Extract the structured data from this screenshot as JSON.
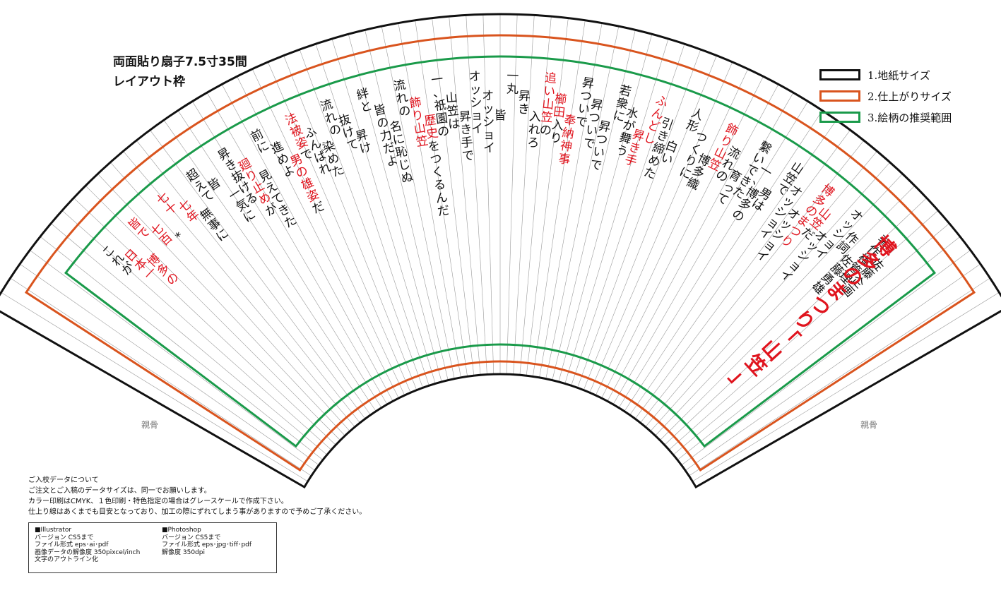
{
  "title": {
    "line1": "両面貼り扇子7.5寸35間",
    "line2": "レイアウト枠"
  },
  "legend": [
    {
      "label": "1.地紙サイズ",
      "color": "#111111"
    },
    {
      "label": "2.仕上がりサイズ",
      "color": "#d9541e"
    },
    {
      "label": "3.絵柄の推奨範囲",
      "color": "#1a9a4a"
    }
  ],
  "colors": {
    "red_text": "#e0141e",
    "black_text": "#111111",
    "orange": "#d9541e",
    "green": "#1a9a4a"
  },
  "rib_label": "親骨",
  "lyrics": [
    [
      {
        "t": "これが",
        "c": "k"
      }
    ],
    [
      {
        "t": "日本一",
        "c": "r"
      }
    ],
    [
      {
        "t": "博多の",
        "c": "r"
      }
    ],
    [
      {
        "t": "皆で",
        "c": "r"
      }
    ],
    [
      {
        "t": "七百",
        "c": "r"
      }
    ],
    [
      {
        "t": "*",
        "c": "k"
      }
    ],
    [
      {
        "t": "七十",
        "c": "r"
      }
    ],
    [
      {
        "t": "七年",
        "c": "r"
      }
    ],
    [
      {
        "t": "無事に",
        "c": "k"
      }
    ],
    [
      {
        "t": "超えて",
        "c": "k"
      }
    ],
    [
      {
        "t": "皆",
        "c": "k"
      }
    ],
    [
      {
        "t": "一気に",
        "c": "k"
      }
    ],
    [
      {
        "t": "昇き抜ける",
        "c": "k"
      }
    ],
    [
      {
        "t": "廻り止め",
        "c": "r"
      },
      {
        "t": "が",
        "c": "k"
      }
    ],
    [
      {
        "t": "見えてきた",
        "c": "k"
      }
    ],
    [
      {
        "t": "前に",
        "c": "k"
      }
    ],
    [
      {
        "t": "進めよ",
        "c": "k"
      }
    ],
    [
      {
        "t": "男の雄姿",
        "c": "r"
      },
      {
        "t": "だ",
        "c": "k"
      }
    ],
    [
      {
        "t": "法被姿",
        "c": "r"
      },
      {
        "t": "で",
        "c": "k"
      }
    ],
    [
      {
        "t": "ふんばれ",
        "c": "k"
      }
    ],
    [
      {
        "t": "染めた",
        "c": "k"
      }
    ],
    [
      {
        "t": "流れの",
        "c": "k"
      }
    ],
    [
      {
        "t": "抜けて",
        "c": "k"
      }
    ],
    [
      {
        "t": "昇け",
        "c": "k"
      }
    ],
    [
      {
        "t": "絆と",
        "c": "k"
      }
    ],
    [
      {
        "t": "皆の力だよ",
        "c": "k"
      }
    ],
    [
      {
        "t": "名に恥じぬ",
        "c": "k"
      }
    ],
    [
      {
        "t": "流れの",
        "c": "k"
      }
    ],
    [
      {
        "t": "飾り山笠",
        "c": "r"
      }
    ],
    [
      {
        "t": "歴史",
        "c": "r"
      },
      {
        "t": "をつくるんだ",
        "c": "k"
      }
    ],
    [
      {
        "t": "一、祇園の",
        "c": "k"
      }
    ],
    [
      {
        "t": "山笠は",
        "c": "k"
      }
    ],
    [
      {
        "t": "昇き手で",
        "c": "k"
      }
    ],
    [
      {
        "t": "オッショイ",
        "c": "k"
      }
    ],
    [
      {
        "t": "オッショイ",
        "c": "k"
      }
    ],
    [
      {
        "t": "皆",
        "c": "k"
      }
    ],
    [
      {
        "t": "一丸",
        "c": "k"
      }
    ],
    [
      {
        "t": "昇き",
        "c": "k"
      }
    ],
    [
      {
        "t": "入れろ",
        "c": "k"
      }
    ],
    [
      {
        "t": "追い山笠",
        "c": "r"
      },
      {
        "t": "の",
        "c": "k"
      }
    ],
    [
      {
        "t": "櫛田",
        "c": "r"
      },
      {
        "t": "入り",
        "c": "k"
      }
    ],
    [
      {
        "t": "奉納神事",
        "c": "r"
      }
    ],
    [
      {
        "t": "昇ついで",
        "c": "k"
      }
    ],
    [
      {
        "t": "昇ついで",
        "c": "k"
      }
    ],
    [
      {
        "t": "昇ついで",
        "c": "k"
      }
    ],
    [
      {
        "t": "若衆に",
        "c": "k"
      }
    ],
    [
      {
        "t": "水が舞う",
        "c": "k"
      }
    ],
    [
      {
        "t": "昇き手",
        "c": "r"
      }
    ],
    [
      {
        "t": "ふんどし",
        "c": "r"
      }
    ],
    [
      {
        "t": "引き締めた",
        "c": "k"
      }
    ],
    [
      {
        "t": "白い",
        "c": "k"
      }
    ],
    [
      {
        "t": "人形",
        "c": "k"
      }
    ],
    [
      {
        "t": "つくりに",
        "c": "k"
      }
    ],
    [
      {
        "t": "博多織",
        "c": "k"
      }
    ],
    [
      {
        "t": "飾り山笠",
        "c": "r"
      }
    ],
    [
      {
        "t": "流れの",
        "c": "k"
      }
    ],
    [
      {
        "t": "育って",
        "c": "k"
      }
    ],
    [
      {
        "t": "繋いできた",
        "c": "k"
      }
    ],
    [
      {
        "t": "一、博多の",
        "c": "k"
      }
    ],
    [
      {
        "t": "男は",
        "c": "k"
      }
    ],
    [
      {
        "t": "山笠で",
        "c": "k"
      }
    ],
    [
      {
        "t": "オッショイ",
        "c": "k"
      }
    ],
    [
      {
        "t": "オッショイ",
        "c": "k"
      }
    ],
    [
      {
        "t": "博多のまつり",
        "c": "r"
      }
    ],
    [
      {
        "t": "山笠",
        "c": "r"
      },
      {
        "t": "だ",
        "c": "k"
      }
    ],
    [
      {
        "t": "オッショイ",
        "c": "k"
      }
    ],
    [
      {
        "t": "オッショイ",
        "c": "k"
      }
    ],
    [
      {
        "t": "作詞",
        "c": "k"
      }
    ],
    [
      {
        "t": "佐藤勇雄",
        "c": "k"
      }
    ],
    [
      {
        "t": "著作権管理",
        "c": "k"
      }
    ],
    [
      {
        "t": "佐藤企画",
        "c": "k"
      }
    ]
  ],
  "big_title": "博多のまつり「山笠」",
  "notes": [
    "ご入校データについて",
    "ご注文とご入稿のデータサイズは、同一でお願いします。",
    "カラー印刷はCMYK、１色印刷・特色指定の場合はグレースケールで作成下さい。",
    "仕上り線はあくまでも目安となっており、加工の際にずれてしまう事がありますので予めご了承ください。"
  ],
  "specs": {
    "illustrator": [
      "■Illustrator",
      "バージョン CS5まで",
      "ファイル形式 eps･ai･pdf",
      "画像データの解像度 350pixcel/inch",
      "文字のアウトライン化"
    ],
    "photoshop": [
      "■Photoshop",
      "バージョン CS5まで",
      "ファイル形式 eps･jpg･tiff･pdf",
      "解像度 350dpi"
    ]
  }
}
